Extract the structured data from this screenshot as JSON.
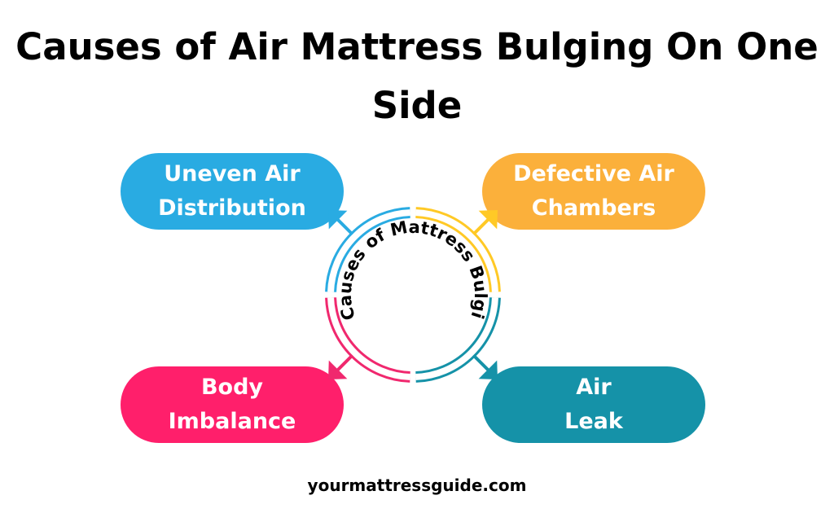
{
  "title": "Causes of Air Mattress Bulging On One Side",
  "center_label": "Causes of Mattress Bulging",
  "causes": [
    {
      "line1": "Uneven Air",
      "line2": "Distribution",
      "color": "#29ABE2",
      "arc_color": "#29ABE2"
    },
    {
      "line1": "Defective Air",
      "line2": "Chambers",
      "color": "#FBB03B",
      "arc_color": "#FFC926"
    },
    {
      "line1": "Air",
      "line2": "Leak",
      "color": "#1592A8",
      "arc_color": "#1592A8"
    },
    {
      "line1": "Body",
      "line2": "Imbalance",
      "color": "#FF1F6B",
      "arc_color": "#F0286E"
    }
  ],
  "footer": "yourmattressguide.com"
}
